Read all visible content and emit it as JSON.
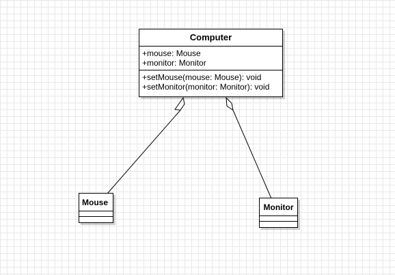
{
  "classes": {
    "computer": {
      "name": "Computer",
      "attributes": [
        "+mouse: Mouse",
        "+monitor: Monitor"
      ],
      "operations": [
        "+setMouse(mouse: Mouse): void",
        "+setMonitor(monitor: Monitor): void"
      ]
    },
    "mouse": {
      "name": "Mouse",
      "attributes": [],
      "operations": []
    },
    "monitor": {
      "name": "Monitor",
      "attributes": [],
      "operations": []
    }
  },
  "relationships": [
    {
      "type": "aggregation",
      "whole": "Computer",
      "part": "Mouse"
    },
    {
      "type": "aggregation",
      "whole": "Computer",
      "part": "Monitor"
    }
  ],
  "colors": {
    "line": "#000000",
    "box_fill": "#ffffff",
    "grid": "#e8e8e8"
  }
}
